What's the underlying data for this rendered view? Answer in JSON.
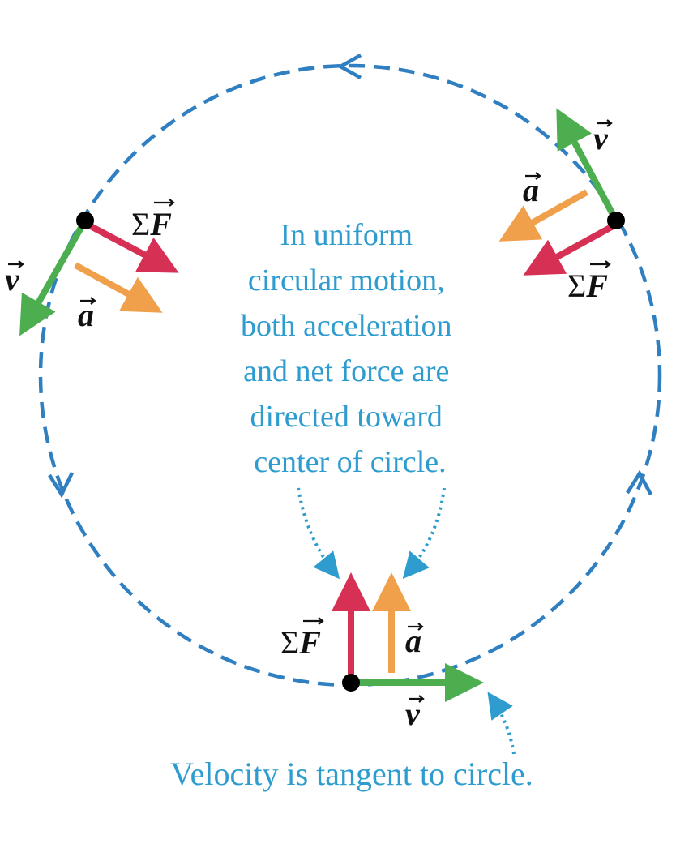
{
  "colors": {
    "circle_path": "#2f7fc1",
    "caption_text": "#2e9ccf",
    "velocity": "#4cae4f",
    "acceleration": "#f0a04b",
    "net_force": "#d63054",
    "particle": "#000000"
  },
  "caption_center": [
    "In uniform",
    "circular motion,",
    "both acceleration",
    "and net force are",
    "directed toward",
    "center of circle."
  ],
  "caption_bottom": "Velocity is tangent to circle.",
  "labels": {
    "velocity_symbol": "v",
    "acceleration_symbol": "a",
    "force_symbol": "F",
    "sum_symbol": "Σ"
  }
}
